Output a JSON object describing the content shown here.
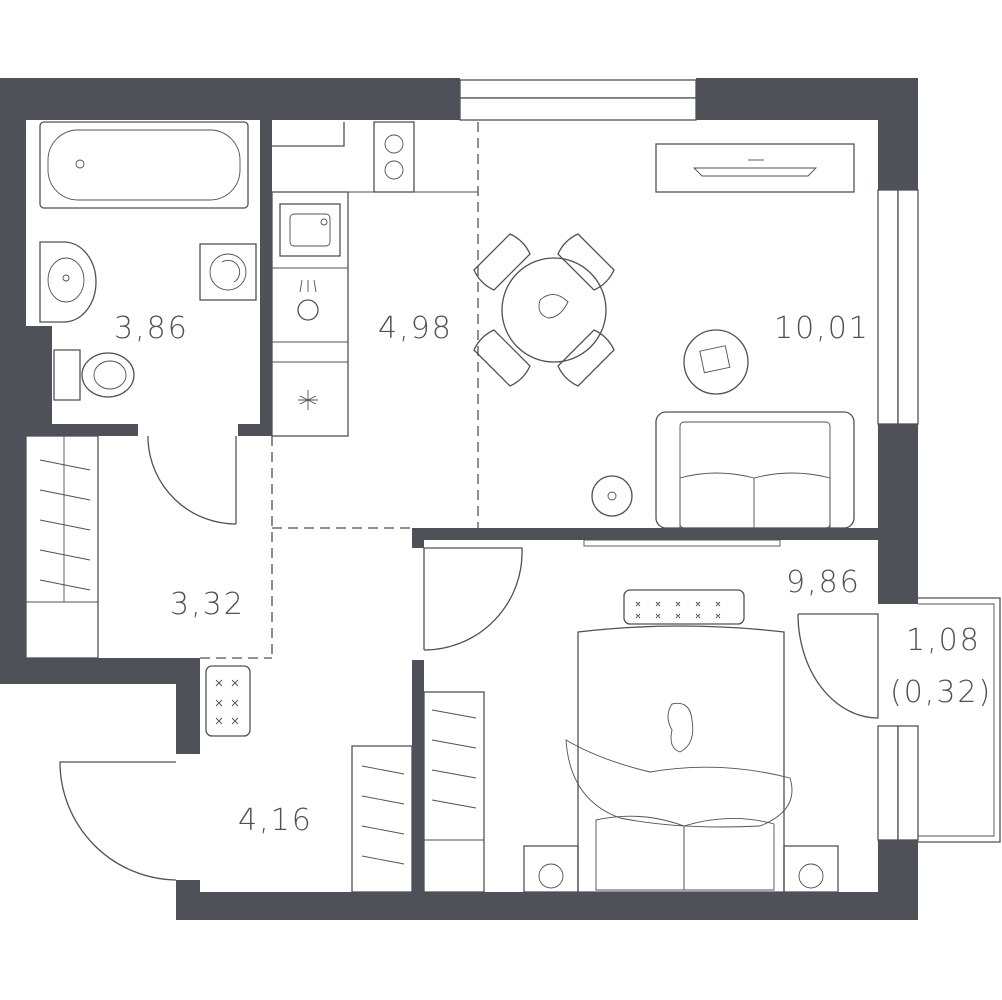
{
  "rooms": [
    {
      "id": "bathroom",
      "area": "3,86"
    },
    {
      "id": "kitchen",
      "area": "4,98"
    },
    {
      "id": "living_room",
      "area": "10,01"
    },
    {
      "id": "hall",
      "area": "3,32"
    },
    {
      "id": "bedroom",
      "area": "9,86"
    },
    {
      "id": "entrance",
      "area": "4,16"
    },
    {
      "id": "balcony",
      "area": "1,08",
      "area_reduced": "(0,32)"
    }
  ],
  "colors": {
    "wall": "#4f5158",
    "background": "#ffffff"
  }
}
